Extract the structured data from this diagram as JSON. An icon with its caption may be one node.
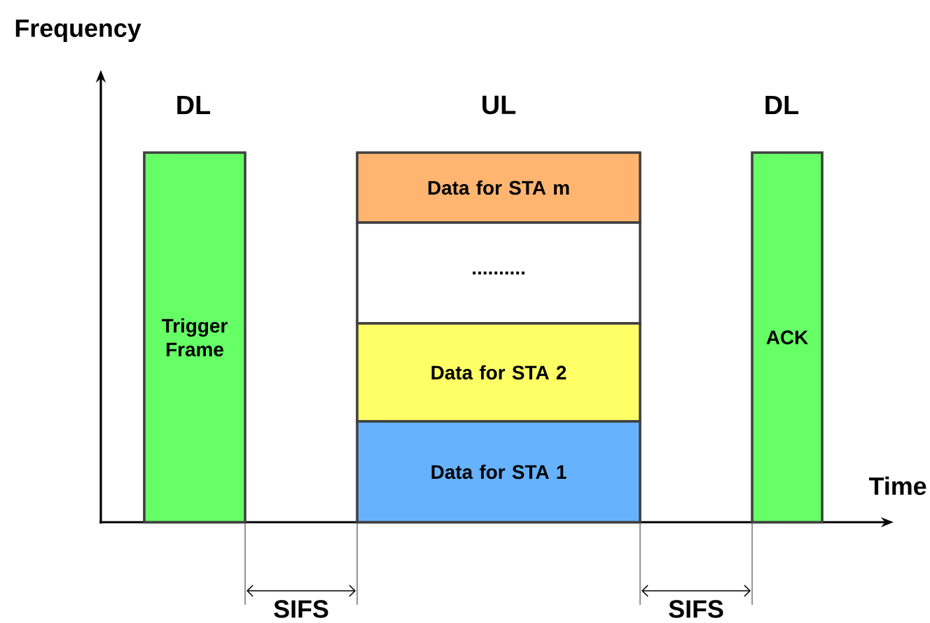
{
  "diagram": {
    "nodes": [
      {
        "text": [
          "Trigger Frame"
        ]
      },
      {
        "text": [
          "Data for STA m"
        ]
      },
      {
        "text": [
          ".........."
        ]
      },
      {
        "text": [
          "Data for STA 2"
        ]
      },
      {
        "text": [
          "Data for STA 1"
        ]
      },
      {
        "text": [
          "ACK"
        ]
      }
    ],
    "edges": [],
    "labels": [
      "Frequency",
      "Time",
      "DL",
      "UL",
      "DL",
      "SIFS",
      "SIFS"
    ]
  }
}
